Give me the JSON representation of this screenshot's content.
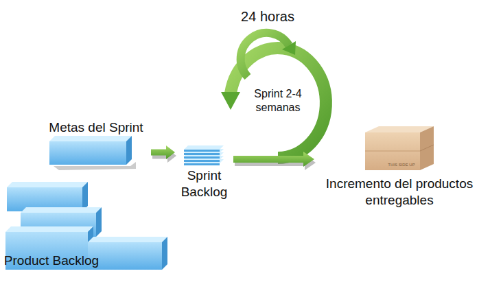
{
  "diagram": {
    "nodes": [
      {
        "text": [
          "Sprint 2-4 semanas"
        ]
      },
      {
        "text": [
          "Metas del Sprint"
        ]
      },
      {
        "text": [
          "Sprint Backlog"
        ]
      },
      {
        "text": [
          "Incremento del productos entregables"
        ]
      },
      {
        "text": [
          "Product Backlog"
        ]
      }
    ],
    "edges": [
      {
        "from": 1,
        "to": 2,
        "arrow": "to"
      },
      {
        "from": 2,
        "to": 3,
        "arrow": "to"
      }
    ],
    "labels": [
      "24 horas",
      "THIS SIDE UP"
    ]
  }
}
